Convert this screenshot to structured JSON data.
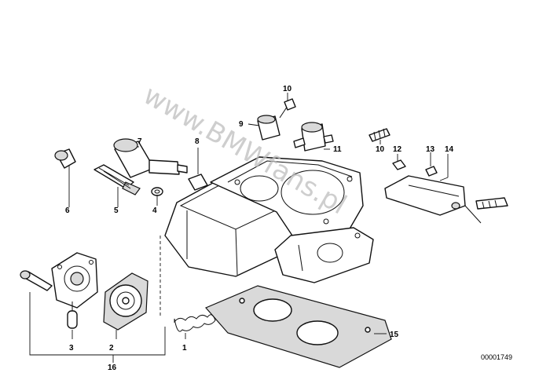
{
  "diagram": {
    "document_number": "00001749",
    "watermark": "www.BMWfans.pl",
    "callouts": [
      "1",
      "2",
      "3",
      "4",
      "5",
      "6",
      "7",
      "8",
      "9",
      "10",
      "10",
      "11",
      "12",
      "13",
      "14",
      "15",
      "16"
    ]
  }
}
